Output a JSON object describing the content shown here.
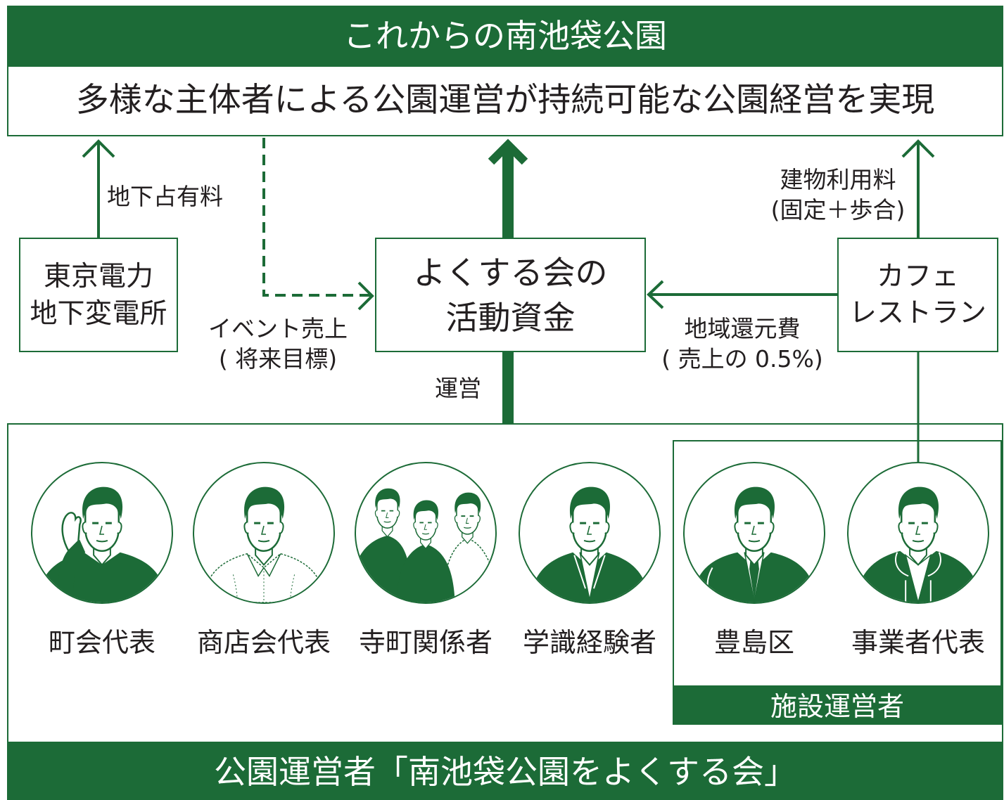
{
  "colors": {
    "green": "#1c6b37",
    "text": "#231f20",
    "background": "#ffffff"
  },
  "header": {
    "title": "これからの南池袋公園"
  },
  "goal": {
    "text": "多様な主体者による公園運営が持続可能な公園経営を実現"
  },
  "nodes": {
    "tepco": [
      "東京電力",
      "地下変電所"
    ],
    "fund": [
      "よくする会の",
      "活動資金"
    ],
    "cafe": [
      "カフェ",
      "レストラン"
    ]
  },
  "flows": {
    "underground_fee": "地下占有料",
    "building_fee": [
      "建物利用料",
      "(固定＋歩合)"
    ],
    "event_sales": [
      "イベント売上",
      "( 将来目標)"
    ],
    "community_return": [
      "地域還元費",
      "( 売上の 0.5%)"
    ],
    "operation": "運営"
  },
  "members": [
    {
      "label": "町会代表",
      "icon": "man-in-sweater-icon"
    },
    {
      "label": "商店会代表",
      "icon": "man-in-shirt-icon"
    },
    {
      "label": "寺町関係者",
      "icon": "group-of-people-icon"
    },
    {
      "label": "学識経験者",
      "icon": "man-in-suit-icon"
    },
    {
      "label": "豊島区",
      "icon": "man-in-suit-and-tie-icon"
    },
    {
      "label": "事業者代表",
      "icon": "man-in-hoodie-icon"
    }
  ],
  "facility_operators": {
    "label": "施設運営者"
  },
  "footer": {
    "title": "公園運営者「南池袋公園をよくする会」"
  }
}
